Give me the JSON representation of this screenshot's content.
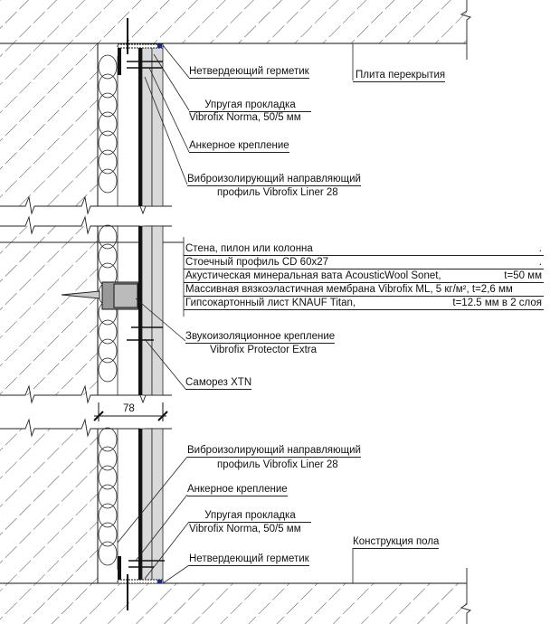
{
  "drawing": {
    "top_labels": {
      "sealant": "Нетвердеющий герметик",
      "slab": "Плита перекрытия",
      "pad_title": "Упругая прокладка",
      "pad_model": "Vibrofix Norma, 50/5 мм",
      "anchor": "Анкерное крепление",
      "liner_title": "Виброизолирующий направляющий",
      "liner_model": "профиль Vibrofix Liner 28"
    },
    "layers": [
      {
        "name": "Стена, пилон или колонна",
        "value": "."
      },
      {
        "name": "Стоечный профиль CD 60x27",
        "value": "."
      },
      {
        "name": "Акустическая минеральная вата AcousticWool Sonet,",
        "value": "t=50 мм"
      },
      {
        "name": "Массивная вязкоэластичная мембрана Vibrofix ML, 5 кг/м², t=2,6 мм",
        "value": ""
      },
      {
        "name": "Гипсокартонный лист KNAUF Titan,",
        "value": "t=12.5 мм в 2 слоя"
      }
    ],
    "middle_labels": {
      "mount_title": "Звукоизоляционное крепление",
      "mount_model": "Vibrofix Protector Extra",
      "screw": "Саморез XTN"
    },
    "dimension": "78",
    "bottom_labels": {
      "liner_title": "Виброизолирующий направляющий",
      "liner_model": "профиль Vibrofix Liner 28",
      "anchor": "Анкерное крепление",
      "pad_title": "Упругая прокладка",
      "pad_model": "Vibrofix Norma, 50/5 мм",
      "floor": "Конструкция пола",
      "sealant": "Нетвердеющий герметик"
    },
    "colors": {
      "board": "#d9d9d9",
      "line": "#111111"
    }
  }
}
